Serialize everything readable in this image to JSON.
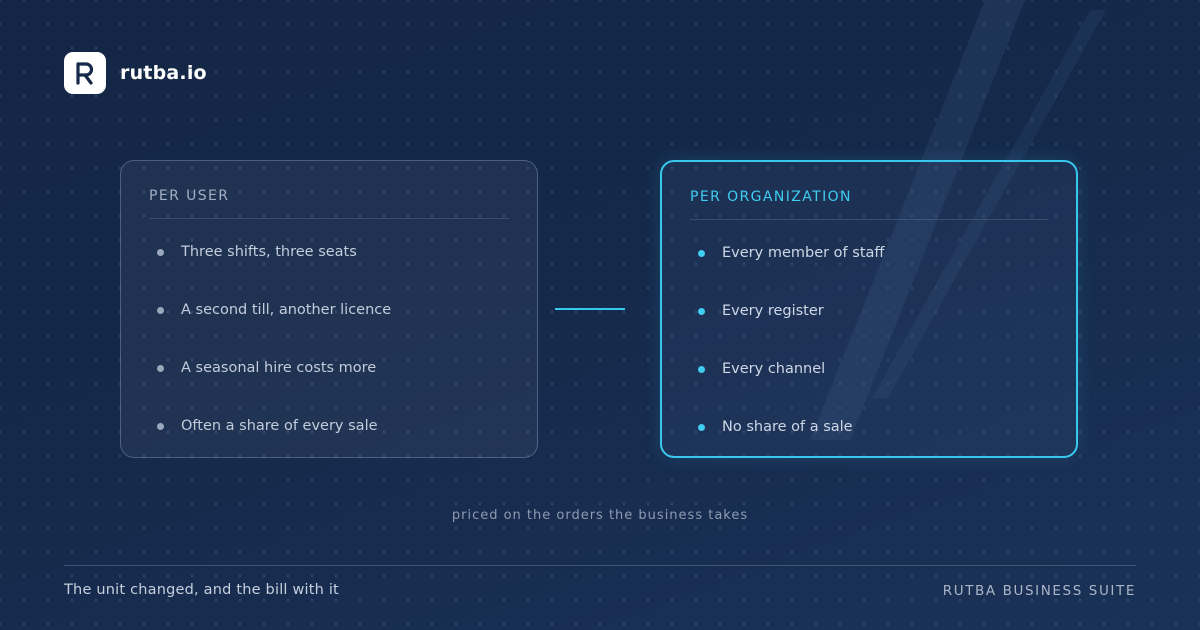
{
  "brand": {
    "logo_letter": "R",
    "name": "rutba.io"
  },
  "left_card": {
    "title": "PER USER",
    "items": [
      "Three shifts, three seats",
      "A second till, another licence",
      "A seasonal hire costs more",
      "Often a share of every sale"
    ]
  },
  "right_card": {
    "title": "PER ORGANIZATION",
    "items": [
      "Every member of staff",
      "Every register",
      "Every channel",
      "No share of a sale"
    ]
  },
  "caption": "priced on the orders the business takes",
  "footer": {
    "tagline": "The unit changed, and the bill with it",
    "suite": "RUTBA BUSINESS SUITE"
  },
  "colors": {
    "accent": "#38c8ee",
    "background": "#15294a",
    "logo_bg": "#ffffff"
  }
}
